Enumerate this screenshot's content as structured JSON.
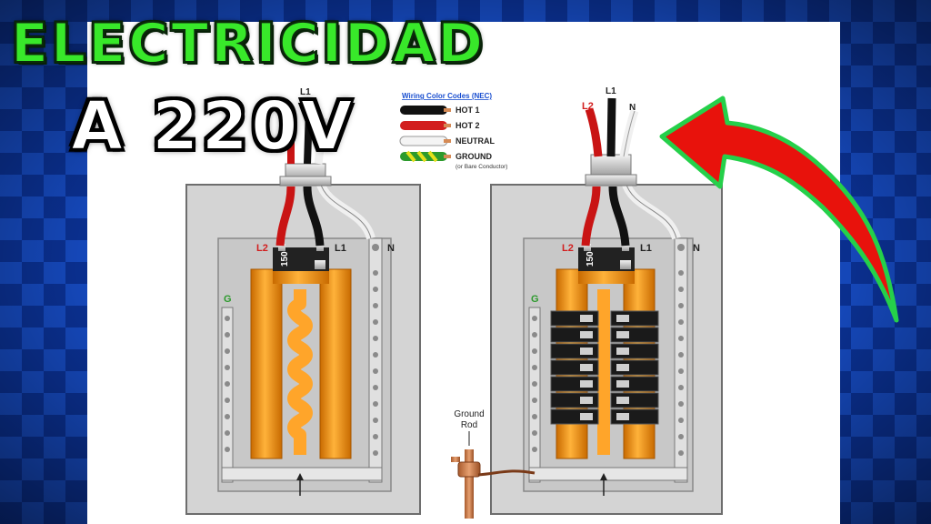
{
  "title": {
    "line1": "ELECTRICIDAD",
    "line2": "A 220V"
  },
  "legend": {
    "heading": "Wiring Color Codes (NEC)",
    "items": [
      {
        "label": "HOT 1",
        "color": "#111111"
      },
      {
        "label": "HOT 2",
        "color": "#d21e1e"
      },
      {
        "label": "NEUTRAL",
        "color": "#f4f4f4"
      },
      {
        "label": "GROUND",
        "color": "#2c9a2c"
      }
    ],
    "ground_note": "(or Bare Conductor)"
  },
  "panel_labels": {
    "l1": "L1",
    "l2": "L2",
    "neutral": "N",
    "ground": "G",
    "main_breaker_rating": "150"
  },
  "ground_rod": {
    "line1": "Ground",
    "line2": "Rod"
  },
  "colors": {
    "background": "#0a2f8e",
    "panel_gray": "#d4d4d4",
    "bus_orange": "#f59a17",
    "arrow_red": "#e8120c",
    "arrow_outline": "#25d04a",
    "title_green": "#38e82a"
  }
}
